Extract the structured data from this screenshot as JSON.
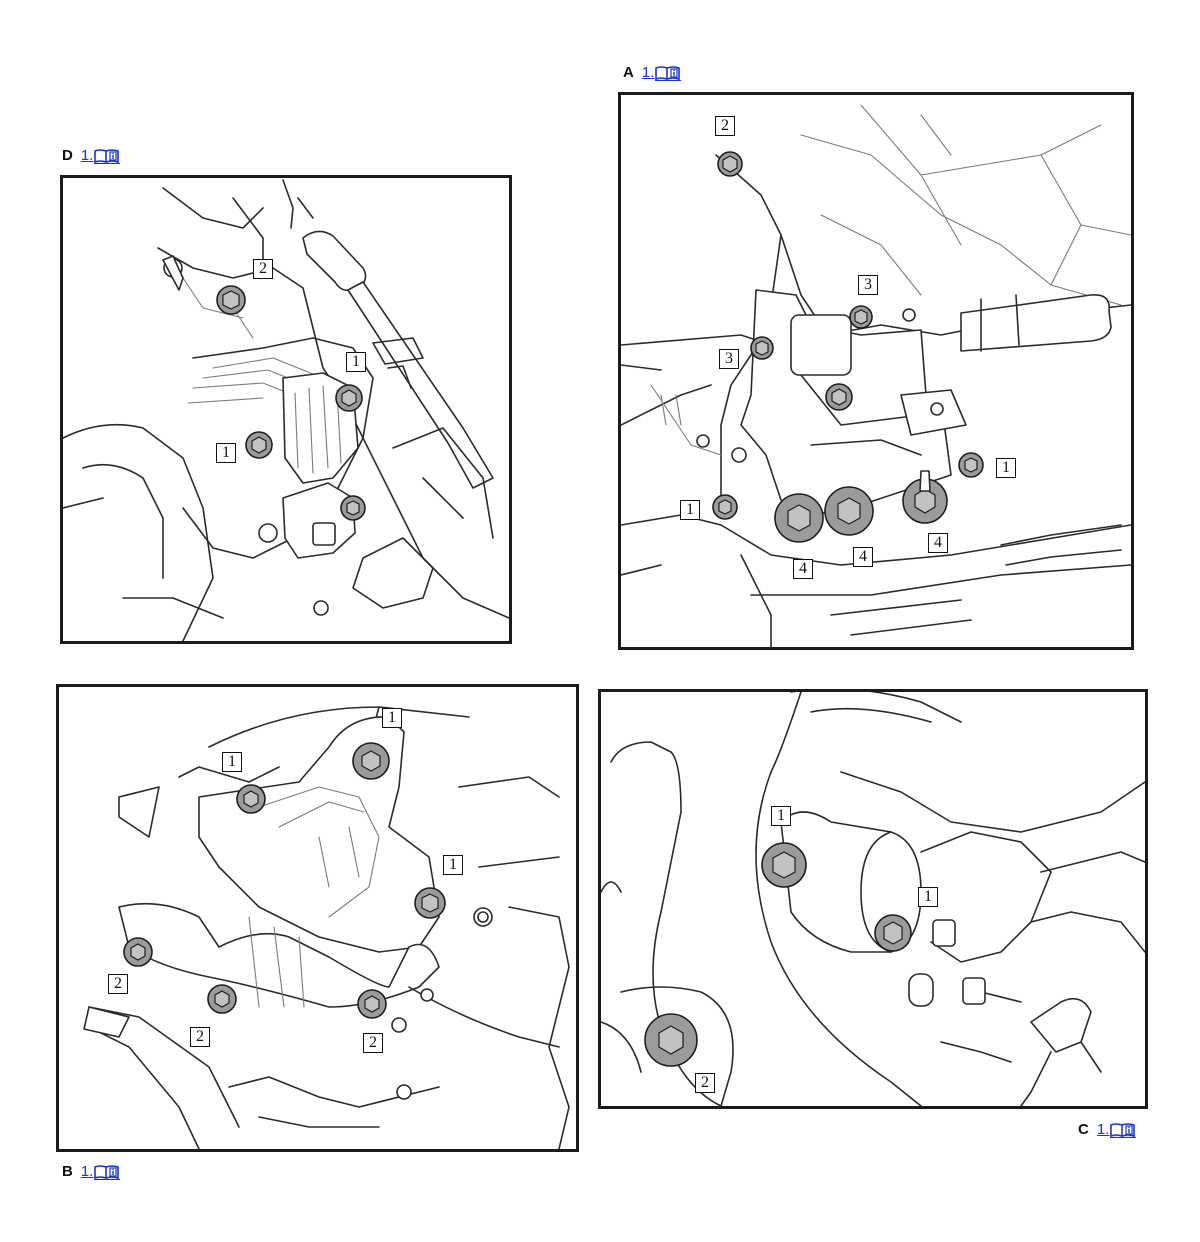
{
  "colors": {
    "link": "#1a36c8",
    "frame": "#1b1b1b",
    "bolt": "#9b9b9b"
  },
  "views": [
    {
      "id": "A",
      "letter": "A",
      "ref_label": "1.",
      "ref_icon": "manual-info-icon",
      "callouts": [
        "2",
        "3",
        "3",
        "1",
        "1",
        "4",
        "4",
        "4"
      ]
    },
    {
      "id": "D",
      "letter": "D",
      "ref_label": "1.",
      "ref_icon": "manual-info-icon",
      "callouts": [
        "2",
        "1",
        "1"
      ]
    },
    {
      "id": "B",
      "letter": "B",
      "ref_label": "1.",
      "ref_icon": "manual-info-icon",
      "callouts": [
        "1",
        "1",
        "1",
        "2",
        "2",
        "2"
      ]
    },
    {
      "id": "C",
      "letter": "C",
      "ref_label": "1.",
      "ref_icon": "manual-info-icon",
      "callouts": [
        "1",
        "1",
        "2"
      ]
    }
  ]
}
